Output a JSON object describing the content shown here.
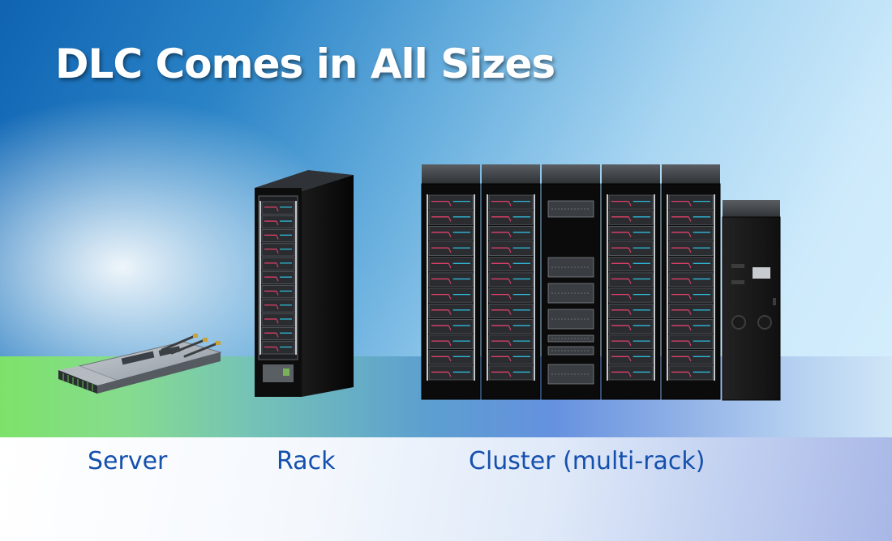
{
  "slide": {
    "title": "DLC Comes in All Sizes"
  },
  "labels": {
    "server": "Server",
    "rack": "Rack",
    "cluster": "Cluster (multi-rack)"
  },
  "colors": {
    "title": "#ffffff",
    "label": "#1550ad",
    "coolant_hot": "#e0406a",
    "coolant_cold": "#2fb9d8"
  }
}
